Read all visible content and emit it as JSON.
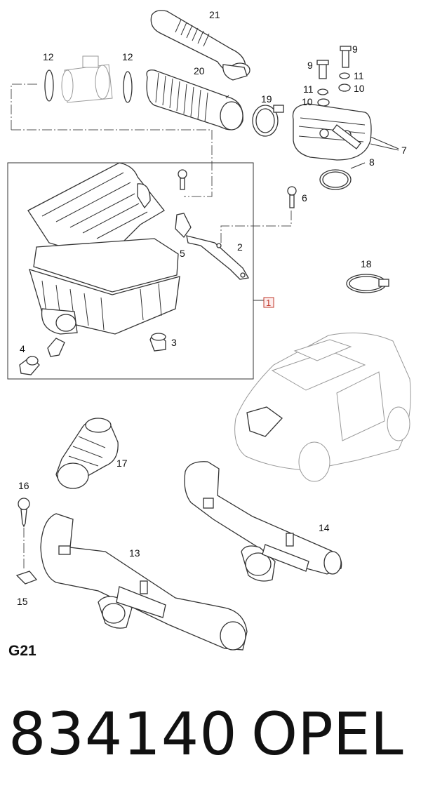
{
  "callouts": [
    {
      "id": "c21",
      "label": "21"
    },
    {
      "id": "c20",
      "label": "20"
    },
    {
      "id": "c12a",
      "label": "12"
    },
    {
      "id": "c12b",
      "label": "12"
    },
    {
      "id": "c19",
      "label": "19"
    },
    {
      "id": "c9a",
      "label": "9"
    },
    {
      "id": "c9b",
      "label": "9"
    },
    {
      "id": "c11a",
      "label": "11"
    },
    {
      "id": "c11b",
      "label": "11"
    },
    {
      "id": "c10a",
      "label": "10"
    },
    {
      "id": "c10b",
      "label": "10"
    },
    {
      "id": "c7",
      "label": "7"
    },
    {
      "id": "c8",
      "label": "8"
    },
    {
      "id": "c6",
      "label": "6"
    },
    {
      "id": "c2",
      "label": "2"
    },
    {
      "id": "c5",
      "label": "5"
    },
    {
      "id": "c1",
      "label": "1"
    },
    {
      "id": "c18",
      "label": "18"
    },
    {
      "id": "c4",
      "label": "4"
    },
    {
      "id": "c3",
      "label": "3"
    },
    {
      "id": "c17",
      "label": "17"
    },
    {
      "id": "c16",
      "label": "16"
    },
    {
      "id": "c15",
      "label": "15"
    },
    {
      "id": "c13",
      "label": "13"
    },
    {
      "id": "c14",
      "label": "14"
    }
  ],
  "footer": {
    "sheet_code": "G21",
    "part_number": "834140",
    "brand": "OPEL"
  }
}
